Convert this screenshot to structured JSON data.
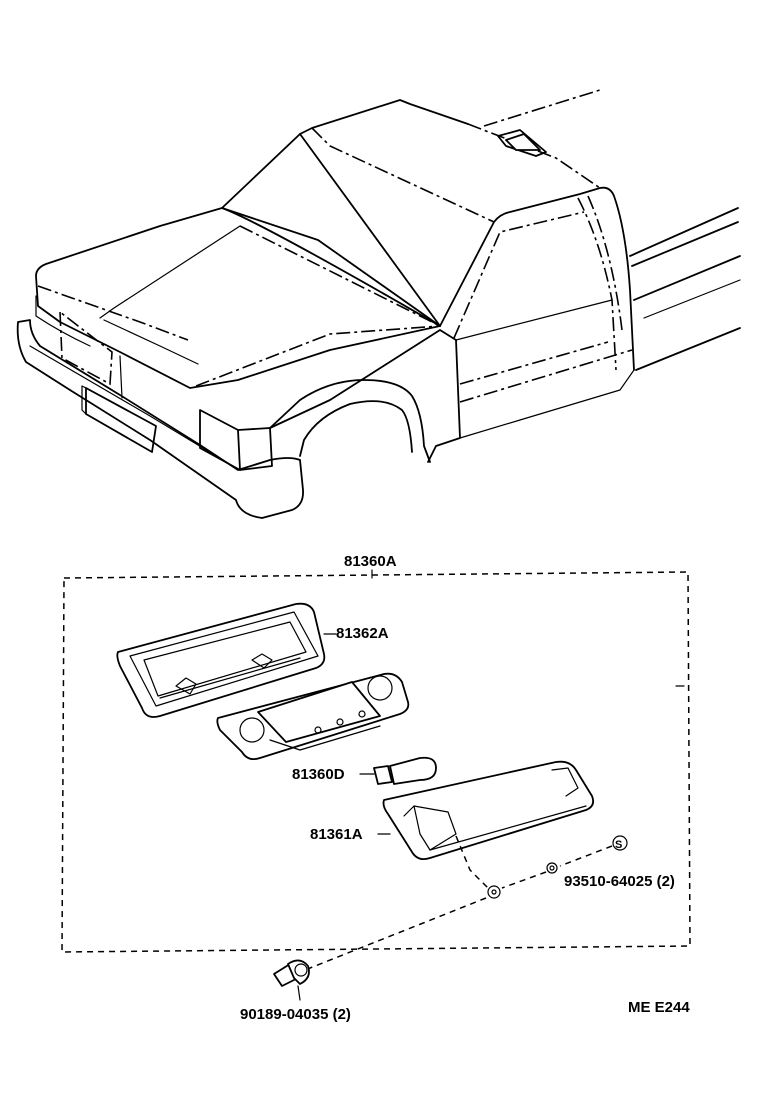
{
  "parts": {
    "assembly": "81360A",
    "lens_housing": "81362A",
    "bulb": "81360D",
    "cover": "81361A",
    "screw": "93510-64025 (2)",
    "bolt": "90189-04035 (2)"
  },
  "diagram_code": "ME E244",
  "screw_marker": "S"
}
